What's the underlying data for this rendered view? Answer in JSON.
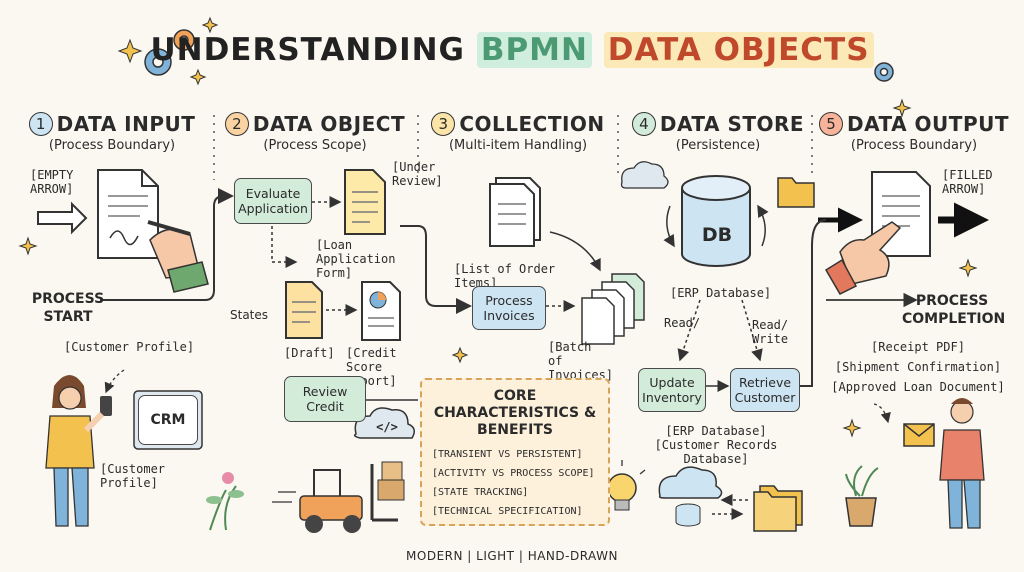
{
  "header": {
    "title_part1": "UNDERSTANDING",
    "title_part2": "BPMN",
    "title_part3": "DATA OBJECTS"
  },
  "sections": [
    {
      "num": "1",
      "name": "DATA INPUT",
      "sub": "(Process Boundary)"
    },
    {
      "num": "2",
      "name": "DATA OBJECT",
      "sub": "(Process Scope)"
    },
    {
      "num": "3",
      "name": "COLLECTION",
      "sub": "(Multi-item Handling)"
    },
    {
      "num": "4",
      "name": "DATA STORE",
      "sub": "(Persistence)"
    },
    {
      "num": "5",
      "name": "DATA OUTPUT",
      "sub": "(Process Boundary)"
    }
  ],
  "input": {
    "arrow_label": "[EMPTY ARROW]",
    "process_start": "PROCESS START",
    "customer_profile_top": "[Customer Profile]",
    "crm": "CRM",
    "customer_profile_bottom": "[Customer Profile]"
  },
  "object": {
    "task1": "Evaluate Application",
    "under_review": "[Under Review]",
    "form_label": "[Loan Application Form]",
    "states": "States",
    "draft": "[Draft]",
    "credit_report": "[Credit Score Report]",
    "task2": "Review Credit"
  },
  "collection": {
    "list_label": "[List of Order Items]",
    "task": "Process Invoices",
    "batch_label": "[Batch of Invoices]"
  },
  "store": {
    "db": "DB",
    "erp_label": "[ERP Database]",
    "read": "Read/",
    "read_write": "Read/ Write",
    "task1": "Update Inventory",
    "task2": "Retrieve Customer",
    "db_labels": "[ERP Database] [Customer Records Database]"
  },
  "output": {
    "arrow_label": "[FILLED ARROW]",
    "process_completion": "PROCESS COMPLETION",
    "receipt": "[Receipt PDF]",
    "shipment": "[Shipment Confirmation]",
    "approved": "[Approved Loan Document]"
  },
  "core": {
    "title": "CORE CHARACTERISTICS & BENEFITS",
    "items": [
      "[TRANSIENT VS PERSISTENT]",
      "[ACTIVITY VS PROCESS SCOPE]",
      "[STATE TRACKING]",
      "[TECHNICAL SPECIFICATION]"
    ],
    "code_glyph": "</>"
  },
  "footer": {
    "text": "MODERN | LIGHT | HAND-DRAWN"
  },
  "colors": {
    "background": "#fbf8f1",
    "task_green": "#d3ecd9",
    "task_blue": "#cde4f2",
    "core_fill": "#fdf1dc",
    "accent_orange": "#e8883a",
    "accent_blue": "#5a98c8",
    "accent_green": "#6fae7e"
  }
}
